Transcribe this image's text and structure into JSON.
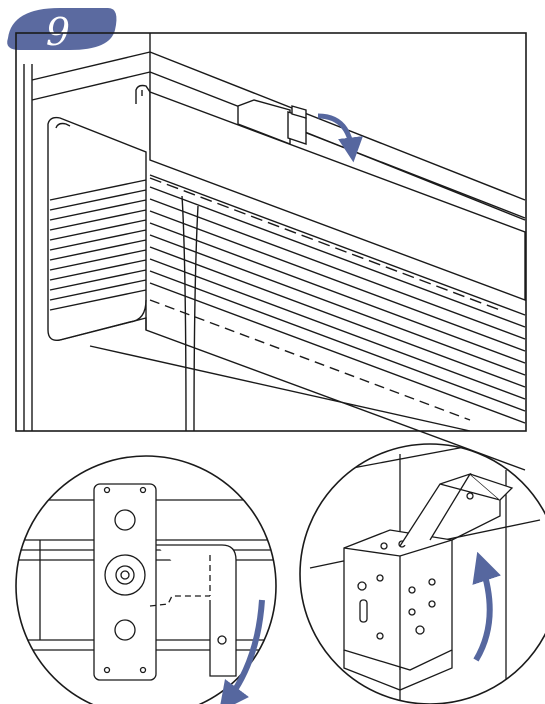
{
  "step_badge": {
    "number": "9",
    "color": "#5b6aa0"
  },
  "colors": {
    "line": "#1a1a1a",
    "arrow": "#56679f",
    "paper": "#ffffff"
  },
  "icons": [
    "step-number-badge",
    "blind-headrail",
    "bracket-close-up",
    "curved-arrow-down",
    "curved-arrow-up"
  ]
}
